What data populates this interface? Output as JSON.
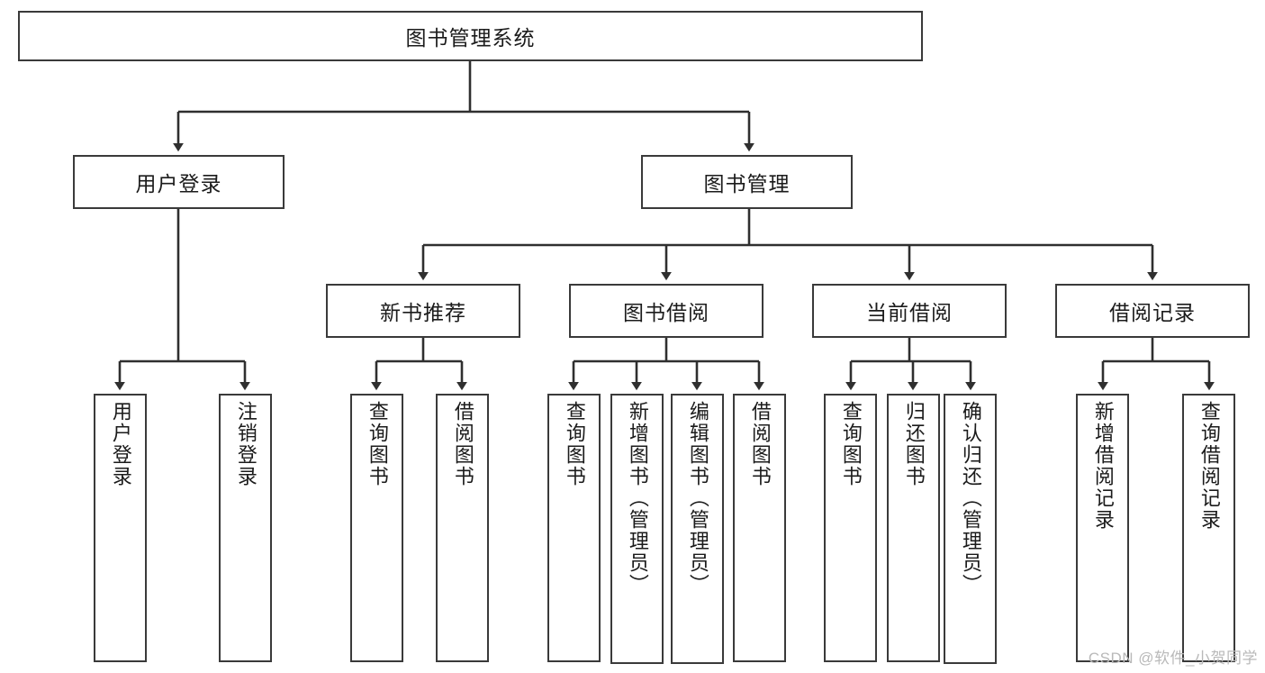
{
  "diagram": {
    "title": "图书管理系统",
    "type": "hierarchy-tree",
    "root": {
      "label": "图书管理系统"
    },
    "level2": [
      {
        "label": "用户登录"
      },
      {
        "label": "图书管理"
      }
    ],
    "level3": [
      {
        "label": "新书推荐"
      },
      {
        "label": "图书借阅"
      },
      {
        "label": "当前借阅"
      },
      {
        "label": "借阅记录"
      }
    ],
    "leaves": {
      "user_login": [
        {
          "label": "用户登录"
        },
        {
          "label": "注销登录"
        }
      ],
      "new_book_recommend": [
        {
          "label": "查询图书"
        },
        {
          "label": "借阅图书"
        }
      ],
      "book_borrow": [
        {
          "label": "查询图书"
        },
        {
          "label": "新增图书（管理员）"
        },
        {
          "label": "编辑图书（管理员）"
        },
        {
          "label": "借阅图书"
        }
      ],
      "current_borrow": [
        {
          "label": "查询图书"
        },
        {
          "label": "归还图书"
        },
        {
          "label": "确认归还（管理员）"
        }
      ],
      "borrow_record": [
        {
          "label": "新增借阅记录"
        },
        {
          "label": "查询借阅记录"
        }
      ]
    }
  },
  "watermark": {
    "text": "CSDN @软件_小贺同学"
  },
  "colors": {
    "box_border": "#3a3a3a",
    "connector": "#2f2f2f",
    "text": "#1b1b1b",
    "background": "#ffffff",
    "watermark": "#b9b9b9"
  }
}
